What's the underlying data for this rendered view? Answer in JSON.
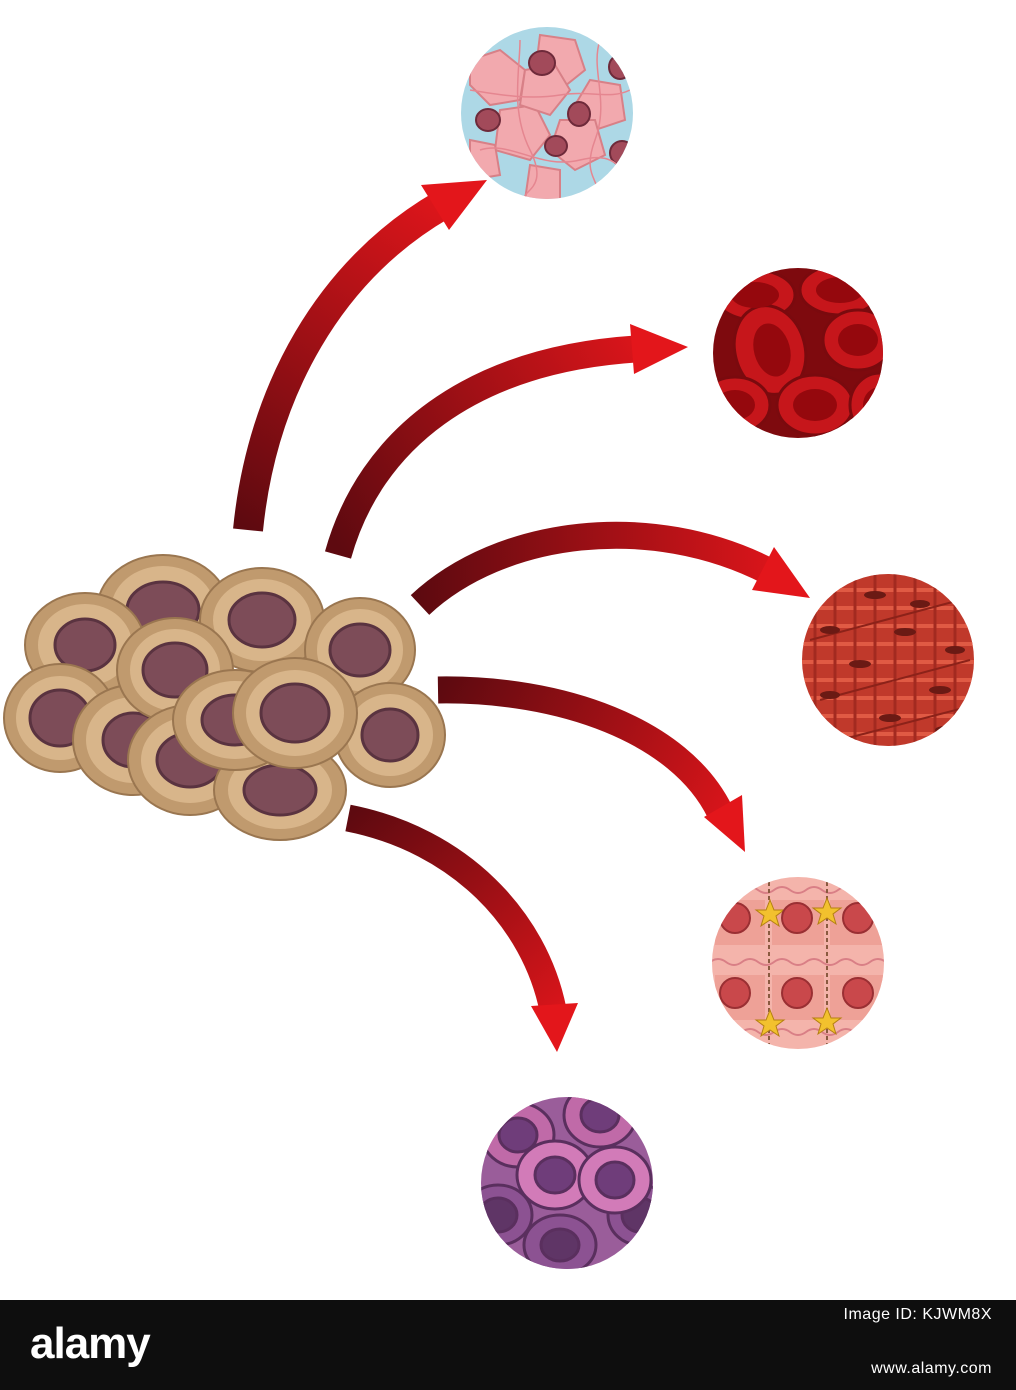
{
  "diagram": {
    "source_cluster": {
      "name": "stem-cell-cluster"
    },
    "targets": [
      {
        "name": "fat-tissue-circle"
      },
      {
        "name": "blood-cells-circle"
      },
      {
        "name": "muscle-tissue-circle"
      },
      {
        "name": "heart-muscle-tissue-circle"
      },
      {
        "name": "bone-marrow-cells-circle"
      }
    ],
    "colors": {
      "arrow_dark": "#6e0d14",
      "arrow_bright": "#e3161b",
      "stem_outer": "#c09a6e",
      "stem_nucleus": "#7d4c58",
      "fat_bg": "#add8e6",
      "blood_bg": "#8a0c10",
      "muscle_bg": "#c0392b",
      "heart_bg": "#f4b4ab",
      "marrow_bg": "#9a5d9a"
    }
  },
  "footer": {
    "brand": "alamy",
    "image_id": "Image ID: KJWM8X",
    "url": "www.alamy.com"
  }
}
